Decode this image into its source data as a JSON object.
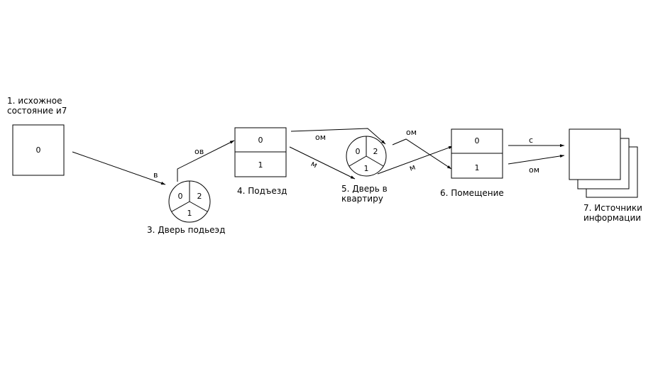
{
  "nodes": {
    "n1": {
      "caption_line1": "1. исхожное",
      "caption_line2": "состояние и7",
      "cell": "0"
    },
    "n3": {
      "caption": "3. Дверь подьеэд",
      "s0": "0",
      "s2": "2",
      "s1": "1"
    },
    "n4": {
      "caption": "4. Подъезд",
      "top": "0",
      "bottom": "1"
    },
    "n5": {
      "caption_line1": "5. Дверь в",
      "caption_line2": "квартиру",
      "s0": "0",
      "s2": "2",
      "s1": "1"
    },
    "n6": {
      "caption": "6. Помещение",
      "top": "0",
      "bottom": "1"
    },
    "n7": {
      "caption_line1": "7. Источники",
      "caption_line2": "информации"
    }
  },
  "edges": {
    "e1_3": "в",
    "e3_4": "ов",
    "e4_5_top": "ом",
    "e4_5_bottom": "м",
    "e5_6_top": "ом",
    "e5_6_bottom": "м",
    "e6_7_top": "с",
    "e6_7_bottom": "ом"
  },
  "colors": {
    "stroke": "#000000",
    "background": "#ffffff"
  }
}
